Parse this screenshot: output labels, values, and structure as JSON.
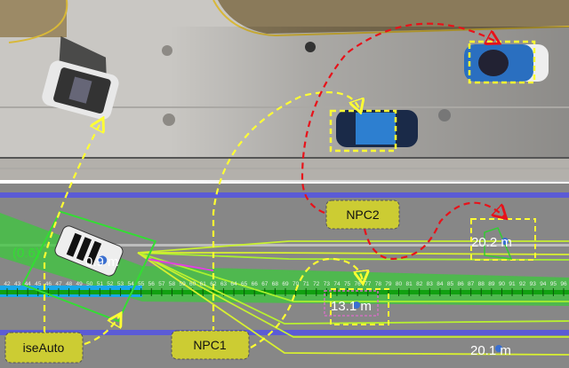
{
  "labels": {
    "npc1": "NPC1",
    "npc2": "NPC2",
    "ego": "iseAuto"
  },
  "distances": {
    "npc2": "20.2  m",
    "npc1": "13.1  m",
    "far": "20.1  m",
    "ego": "0.9  m",
    "ego_id": "(0.6)"
  },
  "ruler_labels": [
    42,
    43,
    44,
    45,
    46,
    47,
    48,
    49,
    50,
    51,
    52,
    53,
    54,
    55,
    56,
    57,
    58,
    59,
    60,
    61,
    62,
    63,
    64,
    65,
    66,
    67,
    68,
    69,
    70,
    71,
    72,
    73,
    74,
    75,
    76,
    77,
    78,
    79,
    80,
    81,
    82,
    83,
    84,
    85,
    86,
    87,
    88,
    89,
    90,
    91,
    92,
    93,
    94,
    95,
    96
  ],
  "colors": {
    "ego_path": "#ffff33",
    "npc1_path": "#ffff33",
    "npc2_path": "#e8121a",
    "label_fill": "#cccc33",
    "lane_border": "#5b5bd6",
    "trajectory": "#33dd33"
  }
}
